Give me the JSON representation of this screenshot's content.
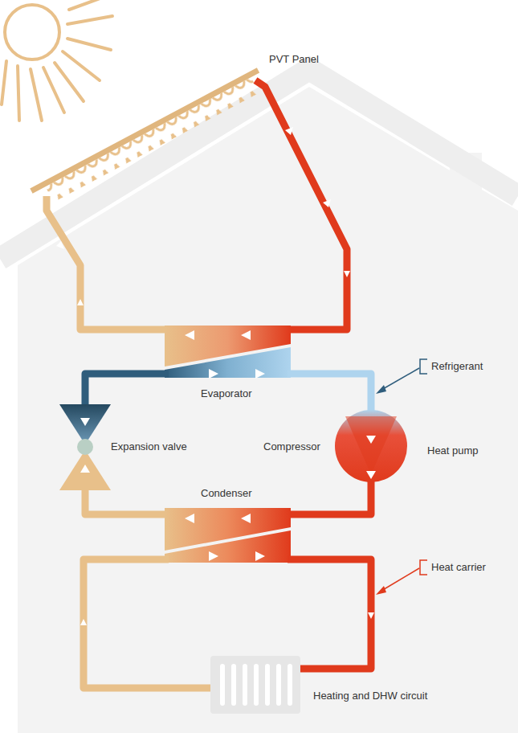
{
  "diagram": {
    "labels": [
      "PVT Panel",
      "Refrigerant",
      "Evaporator",
      "Expansion valve",
      "Compressor",
      "Heat pump",
      "Condenser",
      "Heat carrier",
      "Heating and DHW circuit"
    ]
  }
}
